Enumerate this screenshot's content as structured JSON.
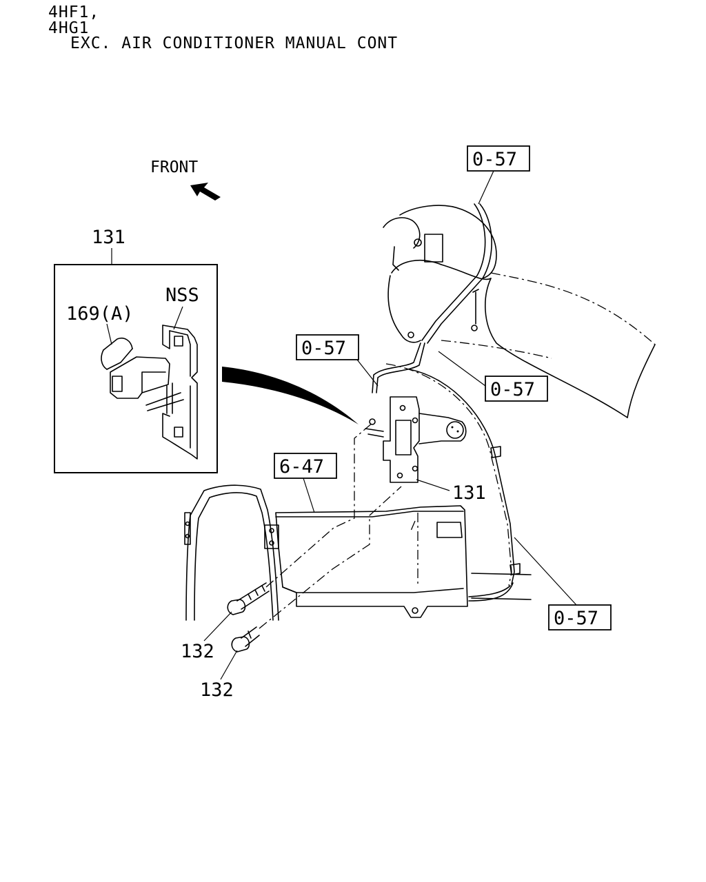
{
  "header": {
    "line1": "4HF1,",
    "line2": "4HG1",
    "line3": "EXC. AIR CONDITIONER MANUAL CONT"
  },
  "front_label": "FRONT",
  "callouts": {
    "detail_131": "131",
    "part_169a": "169(A)",
    "nss": "NSS",
    "ref_057_top": "0-57",
    "ref_057_mid_left": "0-57",
    "ref_057_mid_right": "0-57",
    "ref_057_bottom": "0-57",
    "ref_647": "6-47",
    "part_131": "131",
    "part_132_a": "132",
    "part_132_b": "132"
  }
}
